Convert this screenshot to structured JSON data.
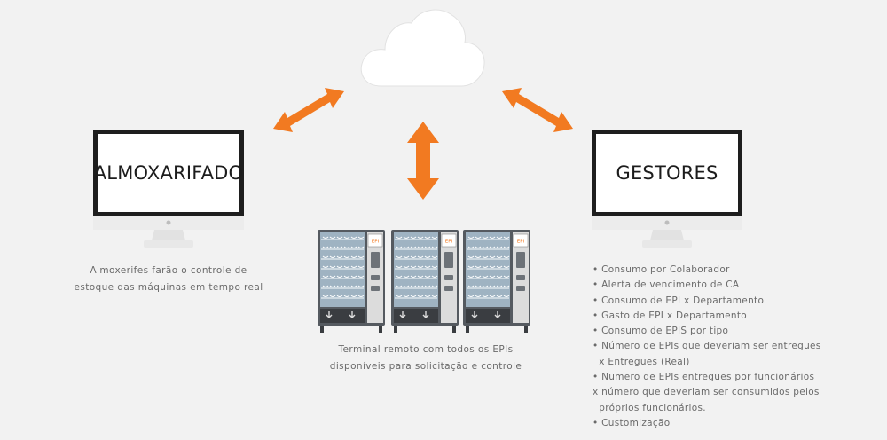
{
  "colors": {
    "arrow": "#f27a21",
    "monitor_frame": "#1e1e1e",
    "cloud": "#ffffff",
    "machine_body": "#555a60",
    "machine_glass": "#9fb3c2",
    "background": "#f2f2f2"
  },
  "icons": {
    "cloud": "cloud-icon",
    "monitor": "monitor-icon",
    "machine": "vending-machine-icon",
    "arrow": "double-arrow-icon"
  },
  "left_monitor": {
    "label": "ALMOXARIFADO",
    "caption_lines": [
      "Almoxerifes farão o controle de",
      "estoque das máquinas em tempo real"
    ]
  },
  "right_monitor": {
    "label": "GESTORES",
    "bullets": [
      "• Consumo por Colaborador",
      "• Alerta de vencimento de CA",
      "• Consumo de EPI x Departamento",
      "• Gasto de EPI x Departamento",
      "• Consumo de EPIS por tipo",
      "• Número de EPIs que deveriam ser entregues",
      "  x Entregues (Real)",
      "• Numero de EPIs entregues por funcionários",
      "x número que deveriam ser consumidos pelos",
      "  próprios funcionários.",
      "• Customização"
    ]
  },
  "terminal": {
    "caption_lines": [
      "Terminal remoto com todos os EPIs",
      "disponíveis para solicitação e controle"
    ],
    "screen_label": "EPI"
  }
}
